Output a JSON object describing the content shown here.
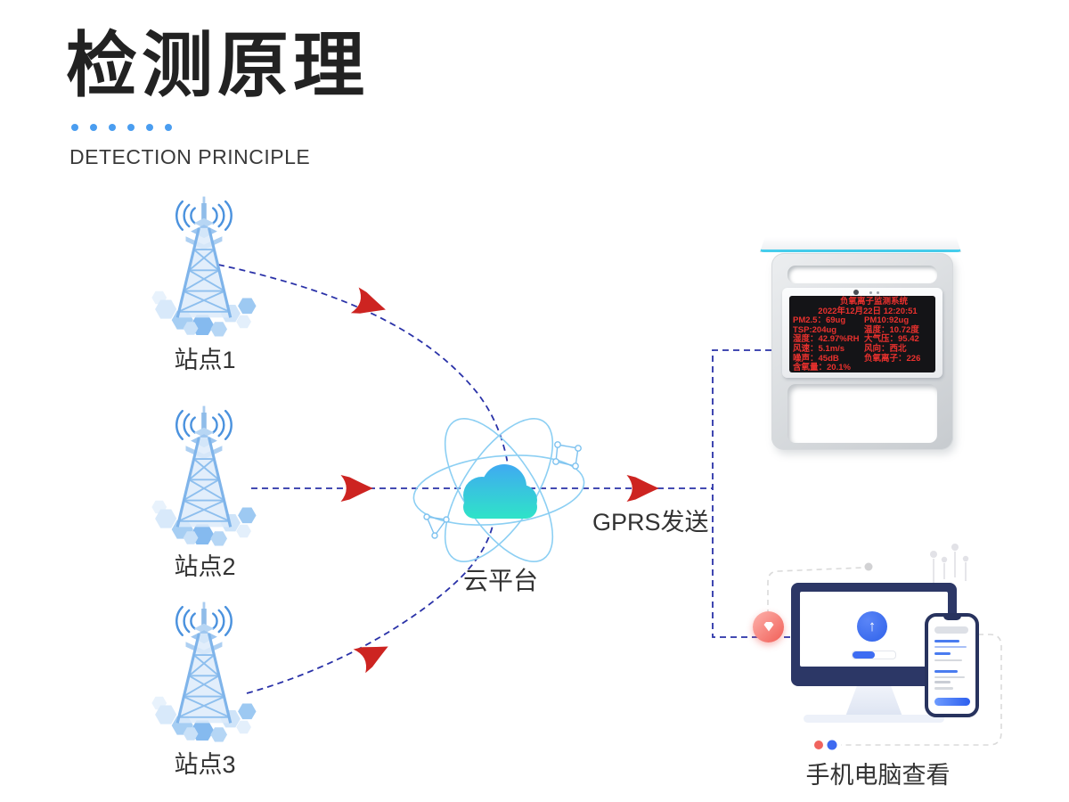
{
  "header": {
    "title": "检测原理",
    "subtitle": "DETECTION PRINCIPLE"
  },
  "stations": [
    {
      "label": "站点1"
    },
    {
      "label": "站点2"
    },
    {
      "label": "站点3"
    }
  ],
  "cloud": {
    "label": "云平台"
  },
  "transmission": {
    "label": "GPRS发送"
  },
  "device": {
    "screen": {
      "title": "负氧离子监测系统",
      "datetime": "2022年12月22日  12:20:51",
      "rows": [
        {
          "left": "PM2.5：69ug",
          "right": "PM10:92ug"
        },
        {
          "left": "TSP:204ug",
          "right": "温度：10.72度"
        },
        {
          "left": "湿度：42.97%RH",
          "right": "大气压：95.42"
        },
        {
          "left": "风速：5.1m/s",
          "right": "风向：西北"
        },
        {
          "left": "噪声：45dB",
          "right": "负氧离子：226"
        },
        {
          "left": "含氧量：20.1%",
          "right": ""
        }
      ]
    }
  },
  "viewer": {
    "label": "手机电脑查看"
  },
  "icons": {
    "upload_arrow": "↑"
  },
  "colors": {
    "title_dot_blue": "#4a9df0",
    "connector_blue": "#2a32a8",
    "arrow_red": "#cd2421",
    "led_red": "#ea312e",
    "device_glow_cyan": "#45cdec",
    "navy": "#2c3766",
    "button_blue": "#3d6cf2",
    "gem_red": "#f15e56",
    "cloud_gradient_top": "#40a9f2",
    "cloud_gradient_bottom": "#2ee6c6",
    "orbit_blue": "#8ccff3",
    "tower_blue": "#85baef"
  }
}
